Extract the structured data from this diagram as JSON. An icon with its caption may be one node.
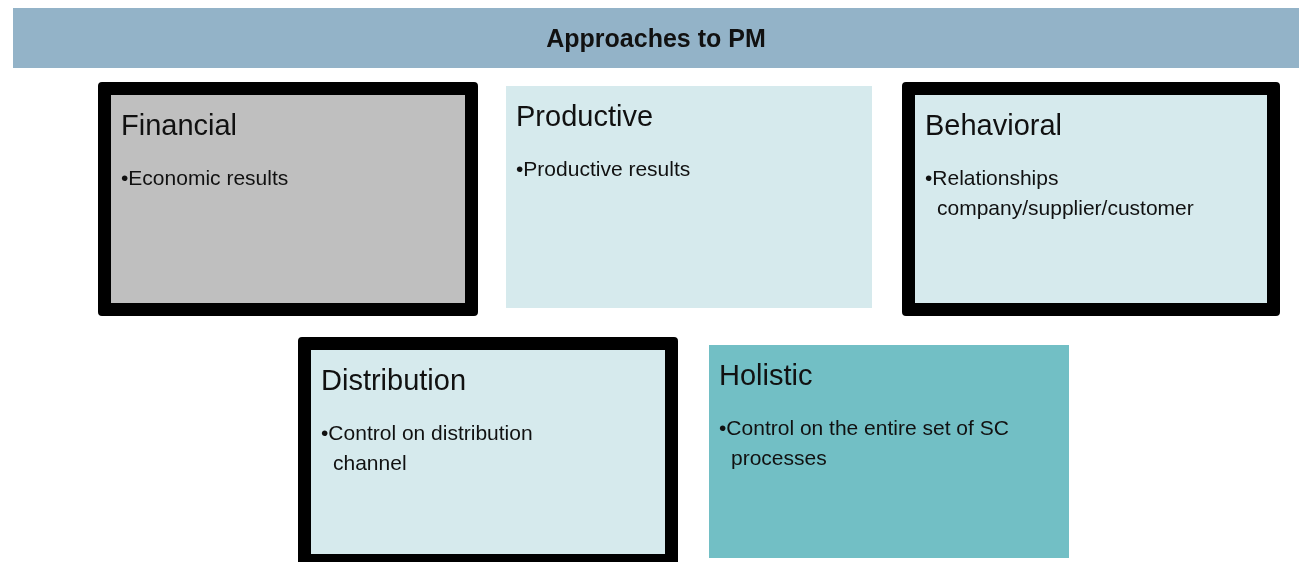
{
  "diagram": {
    "nodes": [
      {
        "text": [
          "Approaches to PM"
        ]
      },
      {
        "text": [
          "Financial",
          "•Economic results"
        ]
      },
      {
        "text": [
          "Productive",
          "•Productive results"
        ]
      },
      {
        "text": [
          "Behavioral",
          "•Relationships company/supplier/customer"
        ]
      },
      {
        "text": [
          "Distribution",
          "•Control on distribution channel"
        ]
      },
      {
        "text": [
          "Holistic",
          "•Control on the entire set of SC processes"
        ]
      }
    ],
    "edges": []
  }
}
